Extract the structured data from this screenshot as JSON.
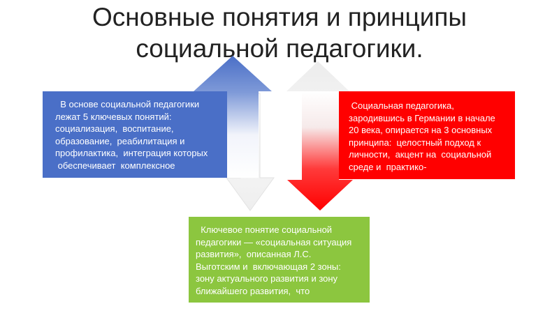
{
  "slide": {
    "title_lines": [
      "Основные понятия и принципы",
      "социальной педагогики."
    ]
  },
  "colors": {
    "blue": "#4a6fc7",
    "red": "#ff0000",
    "green": "#8cc63f",
    "arrow_gray": "#e6e6e6"
  },
  "boxes": {
    "blue": {
      "lines": [
        "  В основе социальной педагогики",
        "лежат 5 ключевых понятий:",
        "социализация,  воспитание,",
        "образование,  реабилитация и",
        "профилактика,  интеграция которых",
        " обеспечивает  комплексное"
      ]
    },
    "red": {
      "lines": [
        " Социальная педагогика,",
        "зародившись в Германии в начале",
        "20 века, опирается на 3 основных",
        "принципа:  целостный подход к",
        "личности,  акцент на  социальной",
        "среде и  практико-"
      ]
    },
    "green": {
      "lines": [
        "  Ключевое понятие социальной",
        "педагогики — «социальная ситуация",
        "развития»,  описанная Л.С.",
        "Выготским и  включающая 2 зоны:",
        "зону актуального развития и зону",
        "ближайшего развития,  что"
      ]
    }
  }
}
